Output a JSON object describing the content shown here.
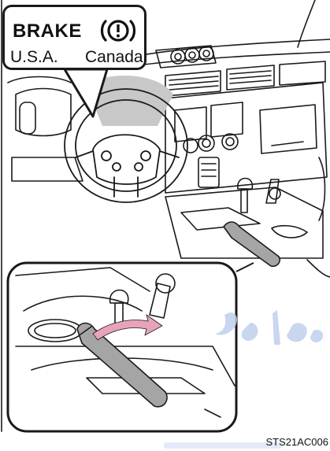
{
  "brake_label": {
    "word": "BRAKE",
    "regions": [
      "U.S.A.",
      "Canada"
    ],
    "icon": "brake-warning-icon"
  },
  "figure_code": "STS21AC006",
  "colors": {
    "line": "#1a1a1a",
    "steering_highlight": "#c8c8c8",
    "lever_shade": "#a5a5a5",
    "arrow": "#e8a3ba",
    "watermark": "#bfd0ee"
  }
}
